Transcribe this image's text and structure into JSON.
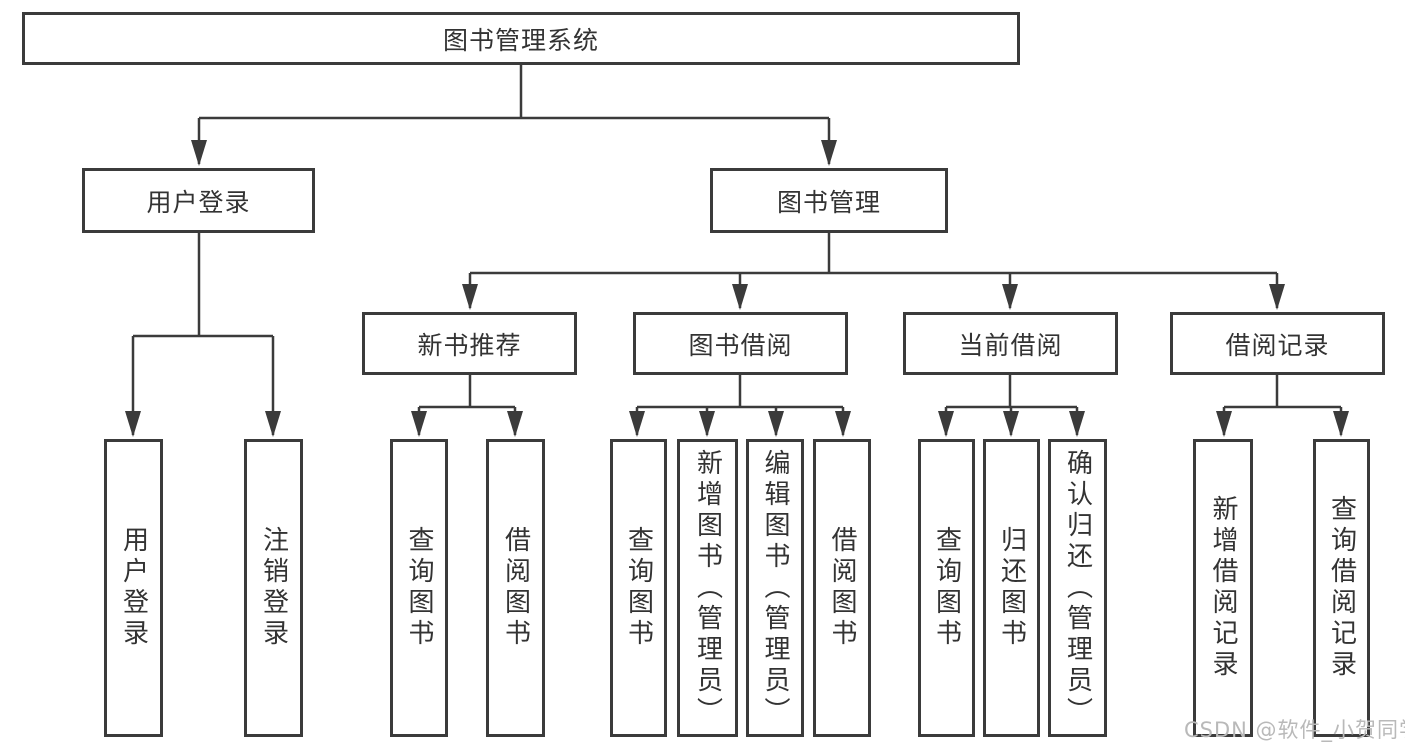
{
  "diagram": {
    "type": "hierarchy",
    "colors": {
      "line": "#3b3b3b",
      "text": "#333333",
      "watermark": "#b9b9b9",
      "background": "#ffffff"
    },
    "watermark": "CSDN @软件_小贺同学",
    "tree": {
      "label": "图书管理系统",
      "children": [
        {
          "label": "用户登录",
          "children": [
            {
              "label": "用户登录"
            },
            {
              "label": "注销登录"
            }
          ]
        },
        {
          "label": "图书管理",
          "children": [
            {
              "label": "新书推荐",
              "children": [
                {
                  "label": "查询图书"
                },
                {
                  "label": "借阅图书"
                }
              ]
            },
            {
              "label": "图书借阅",
              "children": [
                {
                  "label": "查询图书"
                },
                {
                  "label": "新增图书（管理员）"
                },
                {
                  "label": "编辑图书（管理员）"
                },
                {
                  "label": "借阅图书"
                }
              ]
            },
            {
              "label": "当前借阅",
              "children": [
                {
                  "label": "查询图书"
                },
                {
                  "label": "归还图书"
                },
                {
                  "label": "确认归还（管理员）"
                }
              ]
            },
            {
              "label": "借阅记录",
              "children": [
                {
                  "label": "新增借阅记录"
                },
                {
                  "label": "查询借阅记录"
                }
              ]
            }
          ]
        }
      ]
    }
  }
}
